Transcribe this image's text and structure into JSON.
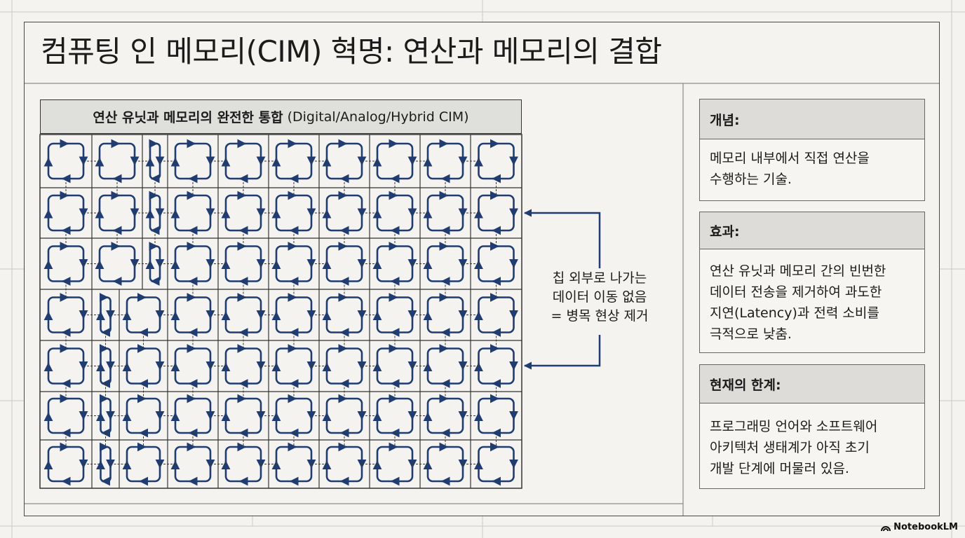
{
  "title": "컴퓨팅 인 메모리(CIM) 혁명: 연산과 메모리의 결합",
  "grid": {
    "header_bold": "연산 유닛과 메모리의 완전한 통합",
    "header_rest": "(Digital/Analog/Hybrid CIM)",
    "rows": 7,
    "columns": 10
  },
  "side_note": {
    "line1": "칩 외부로 나가는",
    "line2": "데이터 이동 없음",
    "line3": "= 병목 현상 제거"
  },
  "cards": {
    "concept": {
      "title": "개념:",
      "body": "메모리 내부에서 직접 연산을\n수행하는 기술."
    },
    "effect": {
      "title": "효과:",
      "body": "연산 유닛과 메모리 간의 빈번한\n데이터 전송을 제거하여 과도한\n지연(Latency)과 전력 소비를\n극적으로 낮춤."
    },
    "limits": {
      "title": "현재의 한계:",
      "body": "프로그래밍 언어와 소프트웨어\n아키텍처 생태계가 아직 초기\n개발 단계에 머물러 있음."
    }
  },
  "brand": "NotebookLM",
  "colors": {
    "accent": "#1f3d73",
    "line": "#333333",
    "header_bg": "#dfdfdc"
  }
}
